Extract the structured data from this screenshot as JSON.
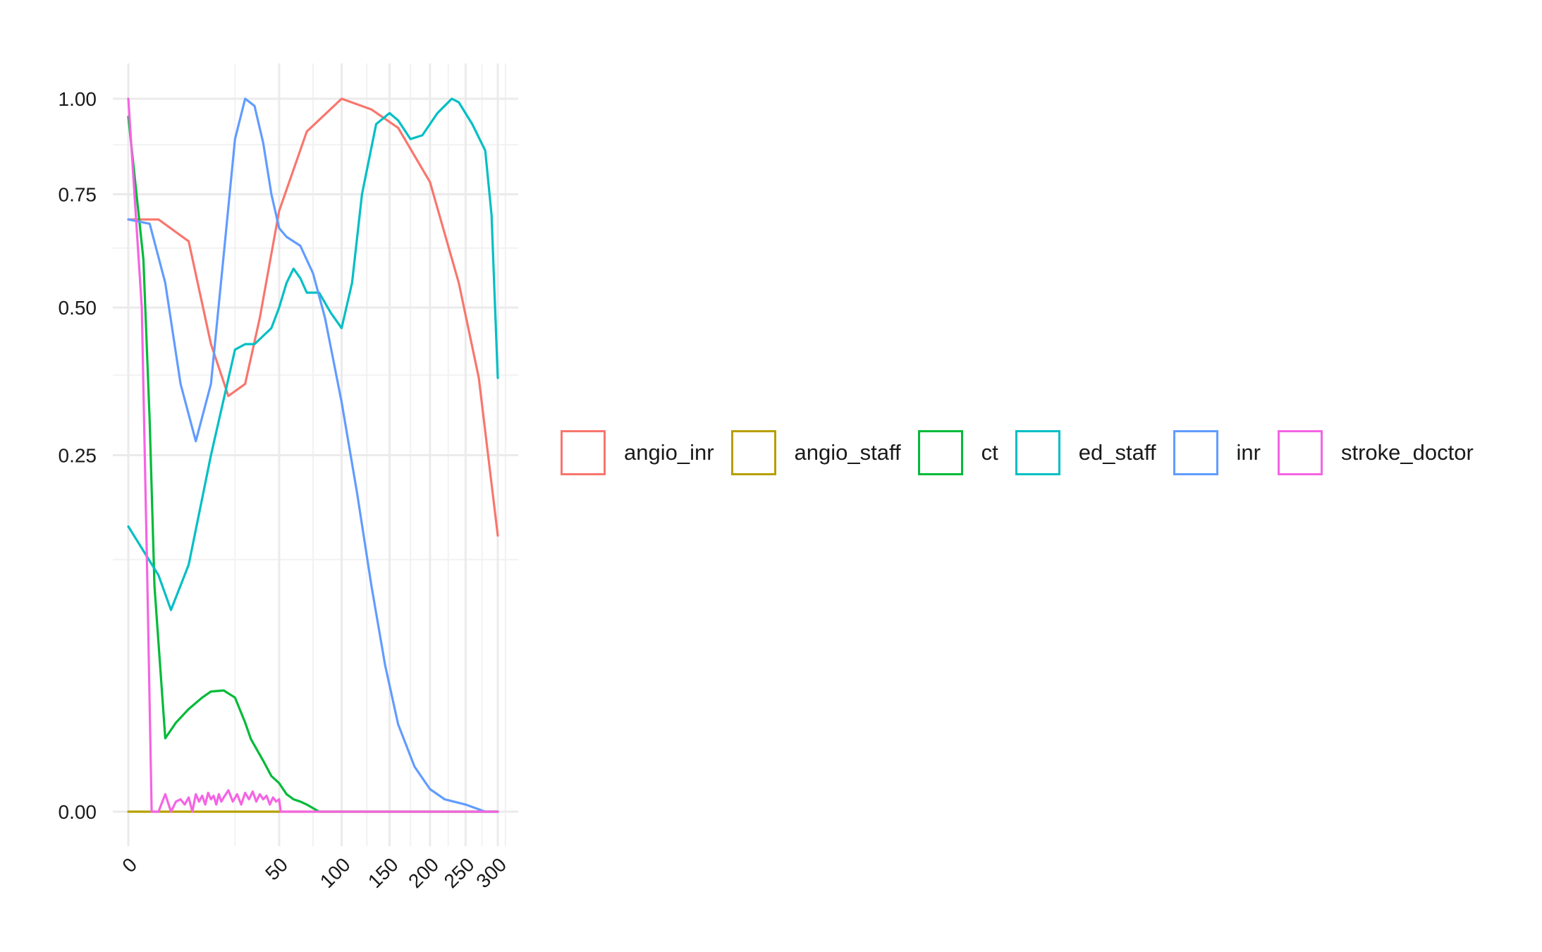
{
  "chart_data": {
    "type": "line",
    "title": "",
    "xlabel": "",
    "ylabel": "",
    "x_scale": "sqrt",
    "y_scale": "sqrt",
    "xlim": [
      0,
      320
    ],
    "ylim": [
      0,
      1.05
    ],
    "x_ticks": [
      0,
      50,
      100,
      150,
      200,
      250,
      300
    ],
    "x_tick_labels": [
      "0",
      "50",
      "100",
      "150",
      "200",
      "250",
      "300"
    ],
    "y_ticks": [
      0,
      0.25,
      0.5,
      0.75,
      1
    ],
    "y_tick_labels": [
      "0.00",
      "0.25",
      "0.50",
      "0.75",
      "1.00"
    ],
    "grid": true,
    "legend_position": "right",
    "series": [
      {
        "name": "angio_inr",
        "color": "#F8766D",
        "x": [
          0,
          2,
          8,
          15,
          22,
          30,
          38,
          50,
          70,
          100,
          130,
          160,
          200,
          240,
          270,
          300
        ],
        "y": [
          0.69,
          0.69,
          0.64,
          0.43,
          0.34,
          0.36,
          0.48,
          0.71,
          0.91,
          1.0,
          0.97,
          0.92,
          0.78,
          0.55,
          0.37,
          0.15
        ]
      },
      {
        "name": "angio_staff",
        "color": "#B79F00",
        "x": [
          0,
          300
        ],
        "y": [
          0,
          0
        ]
      },
      {
        "name": "ct",
        "color": "#00BA38",
        "x": [
          0,
          0.5,
          1,
          1.5,
          3,
          5,
          8,
          12,
          15,
          20,
          25,
          30,
          33,
          40,
          45,
          50,
          55,
          60,
          65,
          70,
          80,
          90,
          100,
          300
        ],
        "y": [
          0.95,
          0.6,
          0.3,
          0.1,
          0.0106,
          0.0156,
          0.0207,
          0.0256,
          0.0284,
          0.0289,
          0.0256,
          0.0156,
          0.0104,
          0.0051,
          0.0025,
          0.0016,
          0.0006,
          0.0003,
          0.0002,
          0.0001,
          0,
          0,
          0,
          0
        ]
      },
      {
        "name": "ed_staff",
        "color": "#00BFC4",
        "x": [
          0,
          2,
          4,
          8,
          15,
          25,
          30,
          35,
          45,
          50,
          55,
          60,
          65,
          70,
          80,
          90,
          100,
          110,
          120,
          135,
          150,
          160,
          175,
          190,
          210,
          230,
          240,
          260,
          280,
          290,
          295,
          300
        ],
        "y": [
          0.16,
          0.11,
          0.08,
          0.12,
          0.25,
          0.42,
          0.43,
          0.43,
          0.46,
          0.5,
          0.55,
          0.58,
          0.56,
          0.53,
          0.53,
          0.49,
          0.46,
          0.55,
          0.75,
          0.93,
          0.96,
          0.94,
          0.89,
          0.9,
          0.96,
          1.0,
          0.99,
          0.93,
          0.86,
          0.7,
          0.52,
          0.37
        ]
      },
      {
        "name": "inr",
        "color": "#619CFF",
        "x": [
          0,
          1,
          3,
          6,
          10,
          15,
          20,
          25,
          30,
          35,
          40,
          45,
          50,
          55,
          65,
          75,
          85,
          100,
          115,
          130,
          145,
          160,
          180,
          200,
          220,
          250,
          280,
          300
        ],
        "y": [
          0.69,
          0.68,
          0.55,
          0.36,
          0.27,
          0.36,
          0.61,
          0.89,
          1.0,
          0.98,
          0.88,
          0.75,
          0.67,
          0.65,
          0.63,
          0.57,
          0.48,
          0.33,
          0.2,
          0.1,
          0.042,
          0.015,
          0.004,
          0.001,
          0.0003,
          0.0001,
          0,
          0
        ]
      },
      {
        "name": "stroke_doctor",
        "color": "#F564E3",
        "x": [
          0,
          0.4,
          0.8,
          1.2,
          2,
          3,
          4,
          5,
          6,
          7,
          8,
          9,
          10,
          11,
          12,
          13,
          14,
          15,
          16,
          17,
          18,
          19,
          20,
          22,
          24,
          26,
          28,
          30,
          32,
          34,
          36,
          38,
          40,
          42,
          44,
          46,
          48,
          50,
          51,
          55,
          300
        ],
        "y": [
          1.0,
          0.5,
          0.1,
          0,
          0,
          0.0006,
          0,
          0.0002,
          0.0003,
          0.0001,
          0.0004,
          0,
          0.0006,
          0.0002,
          0.0005,
          0.0001,
          0.0007,
          0.0003,
          0.0005,
          0.0001,
          0.0006,
          0.0002,
          0.0004,
          0.0009,
          0.0002,
          0.0006,
          0.0001,
          0.0007,
          0.0003,
          0.0008,
          0.0002,
          0.0006,
          0.0003,
          0.0005,
          0.0001,
          0.0004,
          0.0002,
          0.0003,
          0,
          0,
          0
        ]
      }
    ]
  }
}
